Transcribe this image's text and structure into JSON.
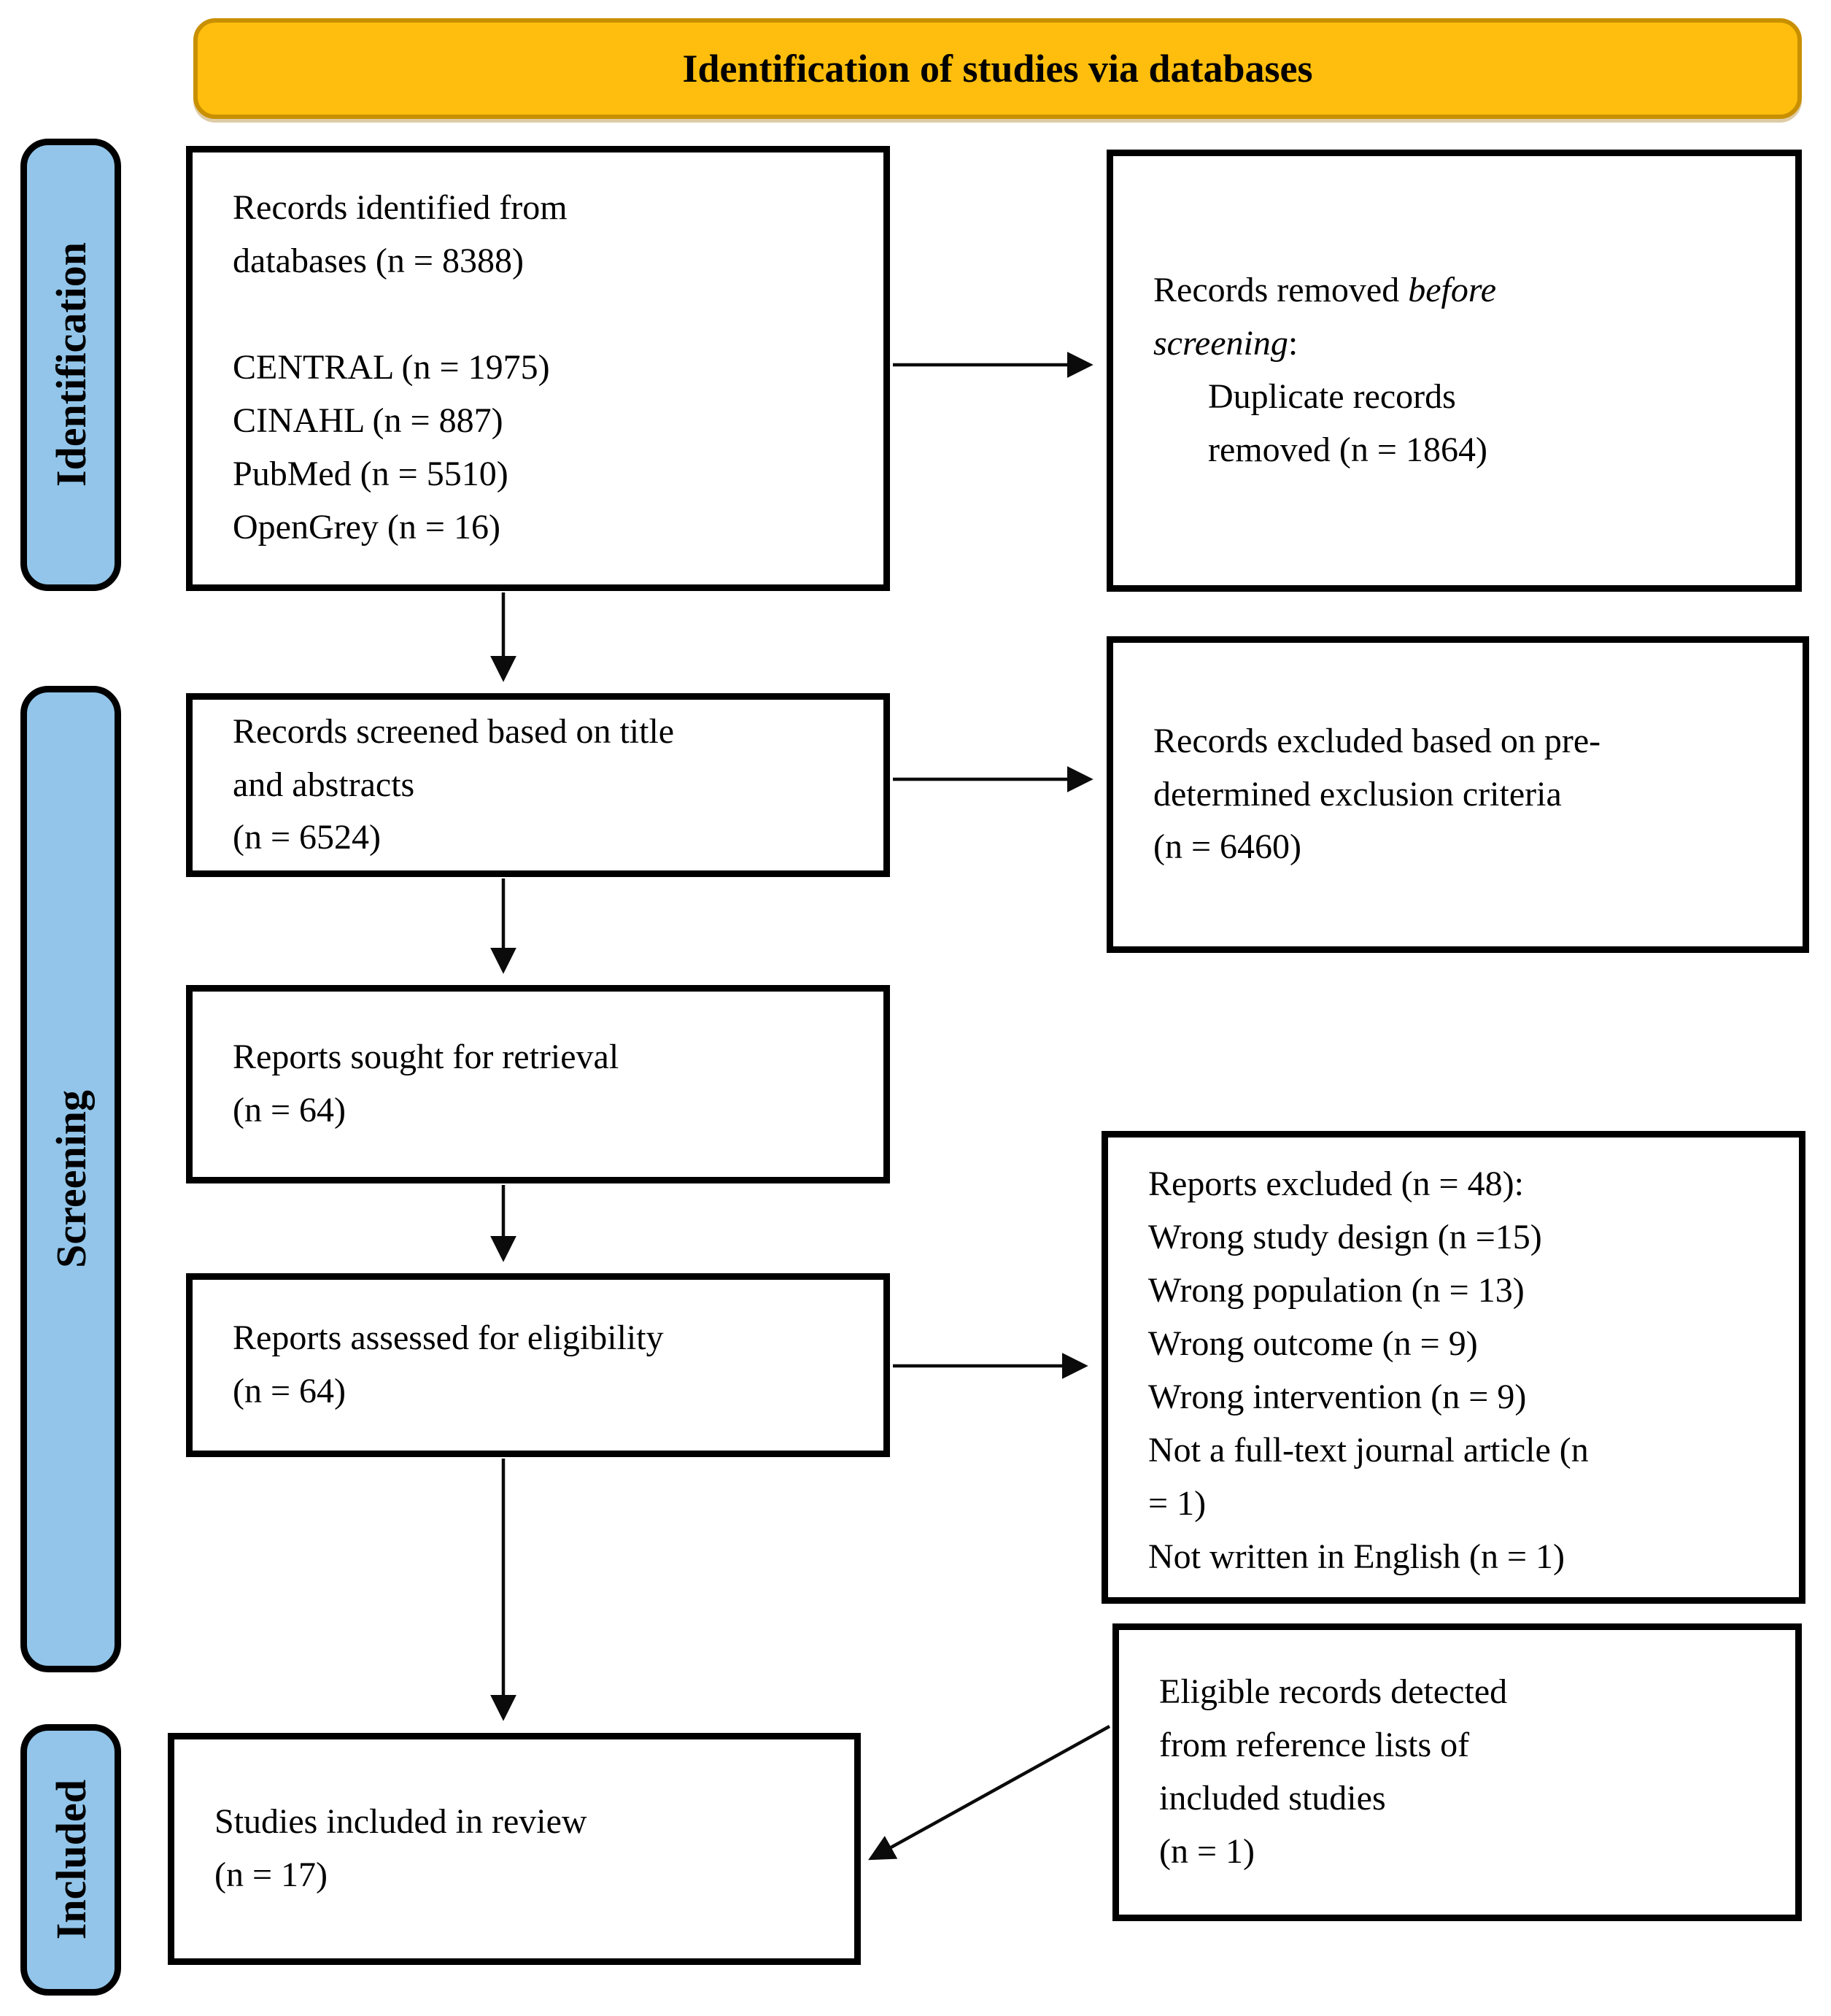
{
  "banner": {
    "title": "Identification of studies via databases"
  },
  "stages": {
    "identification": "Identification",
    "screening": "Screening",
    "included": "Included"
  },
  "boxes": {
    "records_identified": {
      "text": "Records identified from\ndatabases (n = 8388)\n\nCENTRAL (n = 1975)\nCINAHL (n = 887)\nPubMed (n = 5510)\nOpenGrey (n = 16)"
    },
    "records_removed": {
      "prefix": "Records removed ",
      "italic": "before\nscreening",
      "suffix": ":",
      "detail": "Duplicate records\nremoved (n = 1864)"
    },
    "records_screened": {
      "text": "Records screened based on title\nand abstracts\n(n = 6524)"
    },
    "records_excluded": {
      "text": "Records excluded based on pre-\ndetermined exclusion criteria\n(n = 6460)"
    },
    "reports_sought": {
      "text": "Reports sought for retrieval\n(n = 64)"
    },
    "reports_assessed": {
      "text": "Reports assessed for eligibility\n(n = 64)"
    },
    "reports_excluded": {
      "text": "Reports excluded (n = 48):\nWrong study design (n =15)\nWrong population (n = 13)\nWrong outcome (n = 9)\nWrong intervention (n = 9)\nNot a full-text journal article (n\n= 1)\nNot written in English (n = 1)"
    },
    "studies_included": {
      "text": "Studies included in review\n(n = 17)"
    },
    "eligible_records": {
      "text": "Eligible records detected\nfrom reference lists of\nincluded studies\n(n = 1)"
    }
  },
  "colors": {
    "banner_fill": "#FFBE0D",
    "banner_border": "#C89000",
    "stage_fill": "#92C5E9",
    "box_border": "#000000"
  }
}
